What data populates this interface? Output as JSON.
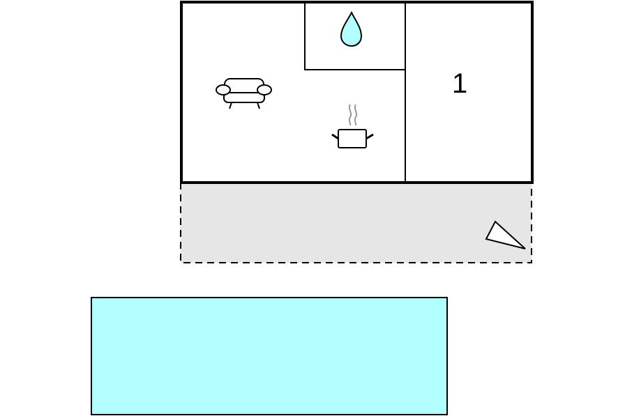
{
  "floorplan": {
    "rooms": [
      {
        "id": "living-kitchen",
        "icons": [
          "sofa-icon",
          "cooking-pot-icon"
        ]
      },
      {
        "id": "bathroom",
        "icons": [
          "water-drop-icon"
        ]
      },
      {
        "id": "bedroom",
        "label": "1"
      }
    ],
    "terrace": {
      "fill": "#e6e6e6",
      "border": "dashed",
      "icons": [
        "sunshade-icon"
      ]
    },
    "pool": {
      "fill": "#b3ffff"
    },
    "colors": {
      "wall": "#000000",
      "terrace": "#e6e6e6",
      "pool": "#b3ffff",
      "water_drop": "#b3ffff",
      "steam": "#999999"
    }
  }
}
